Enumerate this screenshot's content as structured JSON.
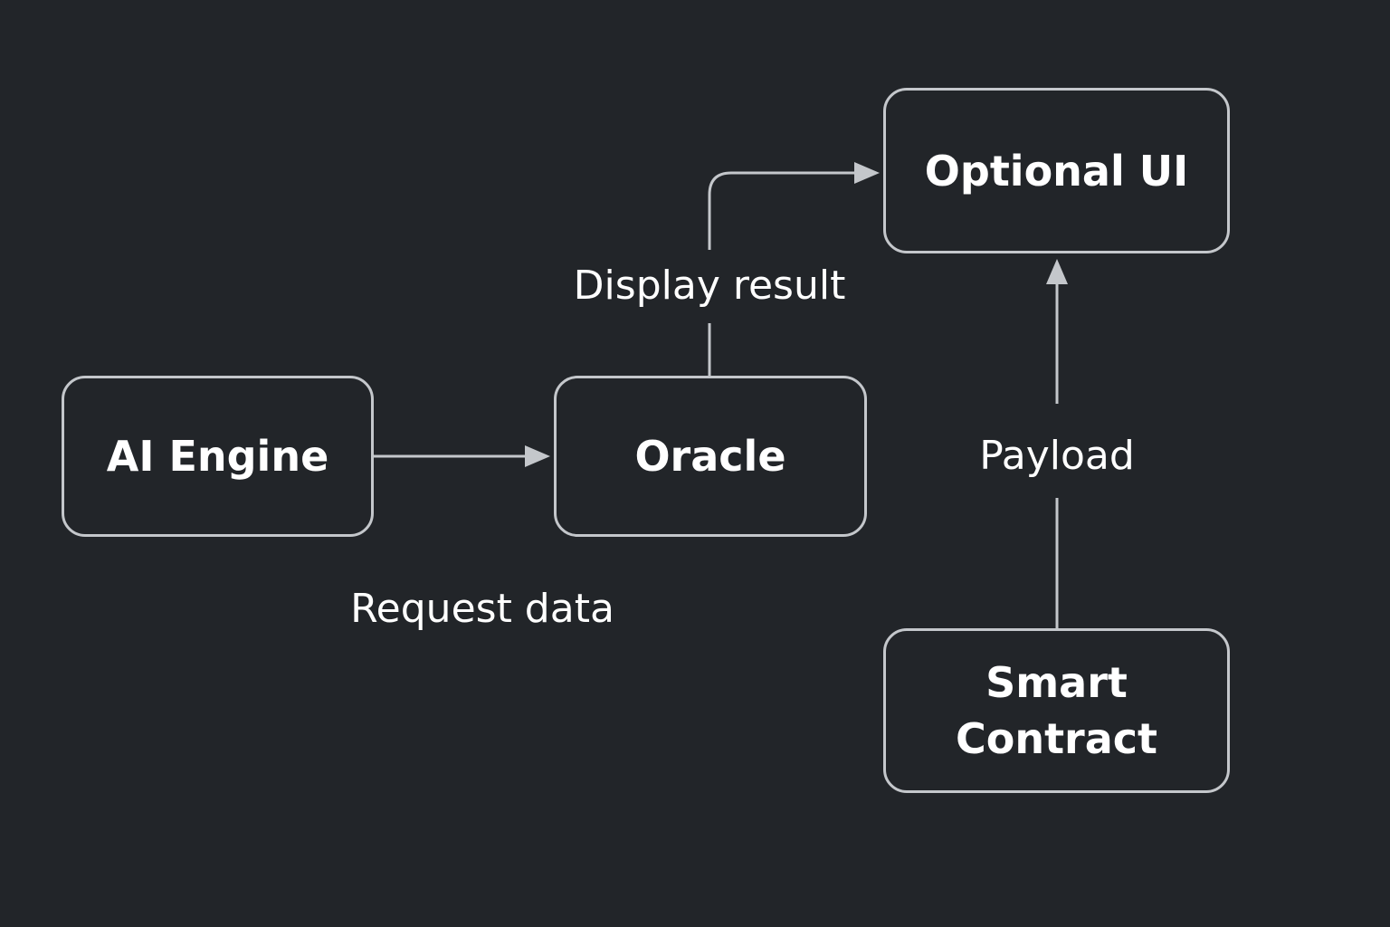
{
  "colors": {
    "background": "#222529",
    "stroke": "#c4c7cb",
    "text": "#ffffff"
  },
  "nodes": {
    "ai_engine": "AI Engine",
    "oracle": "Oracle",
    "optional_ui": "Optional UI",
    "smart_contract_line1": "Smart",
    "smart_contract_line2": "Contract"
  },
  "edge_labels": {
    "display_result": "Display result",
    "payload": "Payload",
    "request_data": "Request data"
  }
}
